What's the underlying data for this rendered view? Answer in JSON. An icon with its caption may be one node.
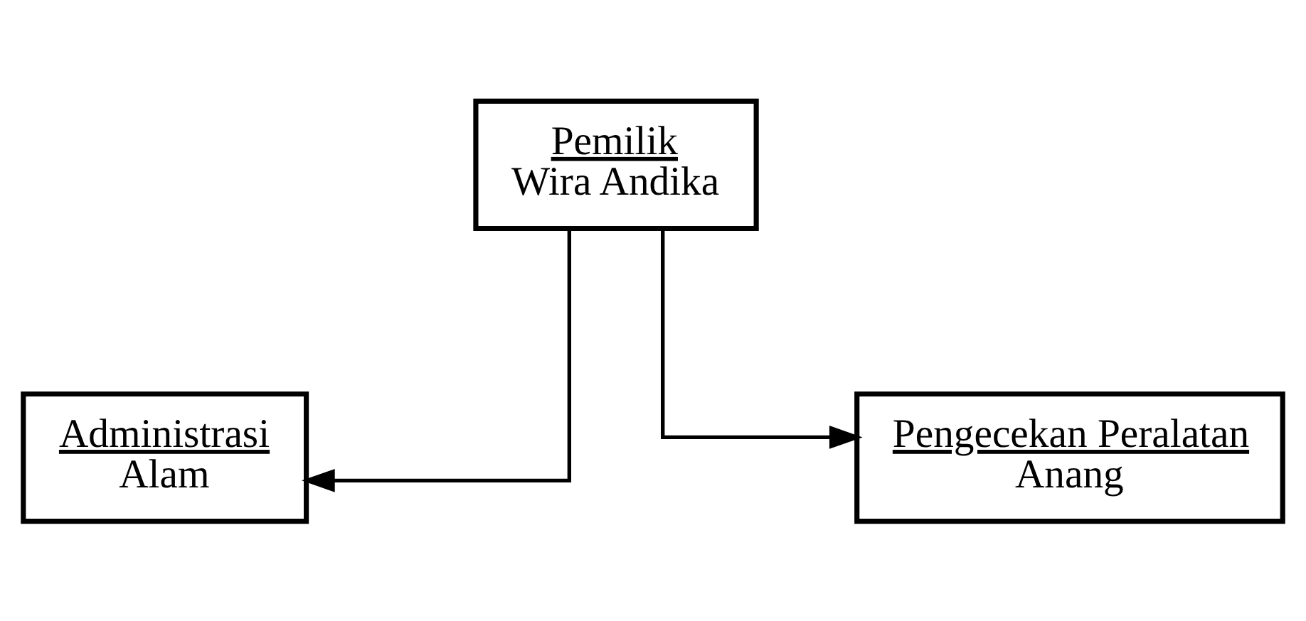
{
  "diagram": {
    "nodes": [
      {
        "text": [
          "Pemilik",
          "Wira Andika"
        ]
      },
      {
        "text": [
          "Administrasi",
          "Alam"
        ]
      },
      {
        "text": [
          "Pengecekan Peralatan",
          "Anang"
        ]
      }
    ],
    "edges": [
      {
        "from": 0,
        "to": 1,
        "arrow": "to"
      },
      {
        "from": 0,
        "to": 2,
        "arrow": "to"
      }
    ]
  }
}
